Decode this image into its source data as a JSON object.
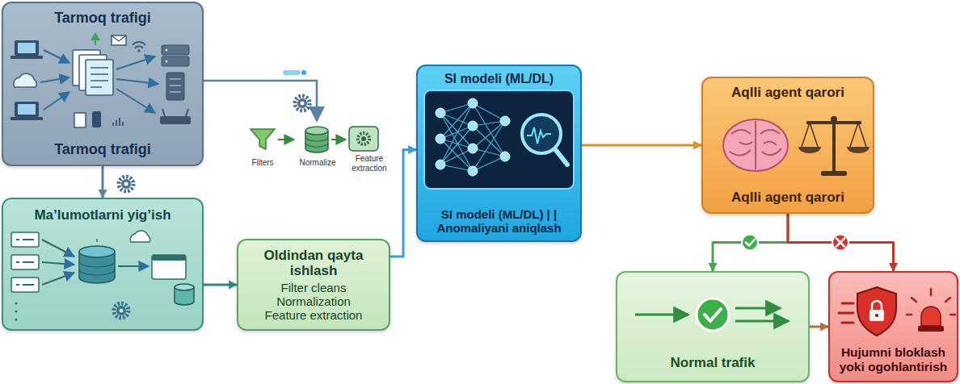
{
  "diagram": {
    "nodes": [
      {
        "text": [
          "Tarmoq trafigi",
          "Tarmoq trafigi"
        ]
      },
      {
        "text": [
          "Ma’lumotlarni yig’ish"
        ]
      },
      {
        "text": [
          "Oldindan qayta ishlash",
          "Filter cleans Normalization Feature extraction"
        ]
      },
      {
        "text": [
          "SI modeli (ML/DL)",
          "SI modeli (ML/DL) | | Anomaliyani aniqlash"
        ]
      },
      {
        "text": [
          "Aqlli agent qarori",
          "Aqlli agent qarori"
        ]
      },
      {
        "text": [
          "Normal trafik"
        ]
      },
      {
        "text": [
          "Hujumni bloklash yoki ogohlantirish"
        ]
      }
    ],
    "edges": [
      {
        "from": 0,
        "to": 1,
        "arrow": "to"
      },
      {
        "from": 1,
        "to": 2,
        "arrow": "to"
      },
      {
        "from": 2,
        "to": 3,
        "arrow": "to"
      },
      {
        "from": 3,
        "to": 4,
        "arrow": "to"
      },
      {
        "from": 4,
        "to": 5,
        "arrow": "to"
      },
      {
        "from": 4,
        "to": 6,
        "arrow": "to"
      },
      {
        "from": 5,
        "to": 6,
        "arrow": "to"
      }
    ],
    "labels": [
      "Filters",
      "Normalize",
      "Feature extraction"
    ]
  }
}
